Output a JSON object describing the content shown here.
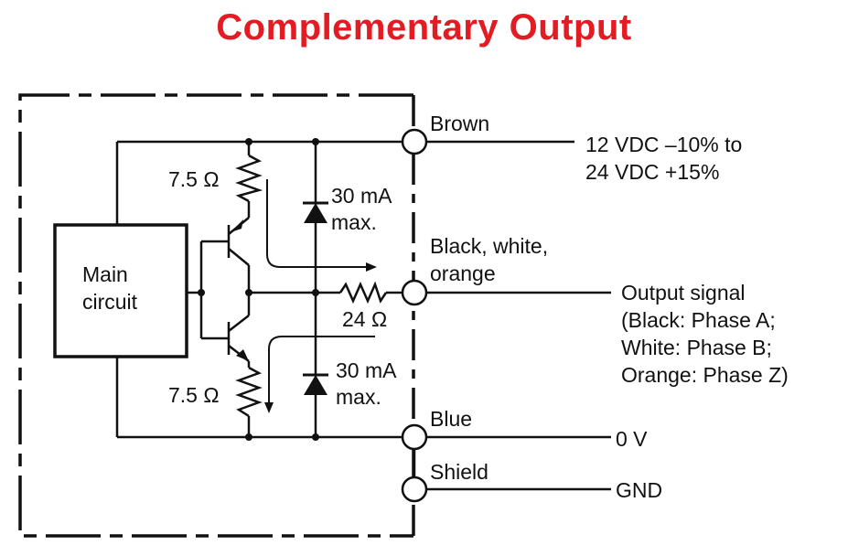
{
  "title": "Complementary Output",
  "labels": {
    "main_circuit_line1": "Main",
    "main_circuit_line2": "circuit",
    "r_top": "7.5 Ω",
    "r_bottom": "7.5 Ω",
    "r_out": "24 Ω",
    "diode_top_line1": "30 mA",
    "diode_top_line2": "max.",
    "diode_bottom_line1": "30 mA",
    "diode_bottom_line2": "max."
  },
  "terminals": {
    "brown": "Brown",
    "output": "Black, white,",
    "output_line2": "orange",
    "blue": "Blue",
    "shield": "Shield"
  },
  "connections": {
    "supply_line1": "12 VDC –10% to",
    "supply_line2": "24 VDC +15%",
    "output_line1": "Output signal",
    "output_line2": "(Black: Phase A;",
    "output_line3": "White: Phase B;",
    "output_line4": "Orange: Phase Z)",
    "zero_v": "0 V",
    "gnd": "GND"
  }
}
